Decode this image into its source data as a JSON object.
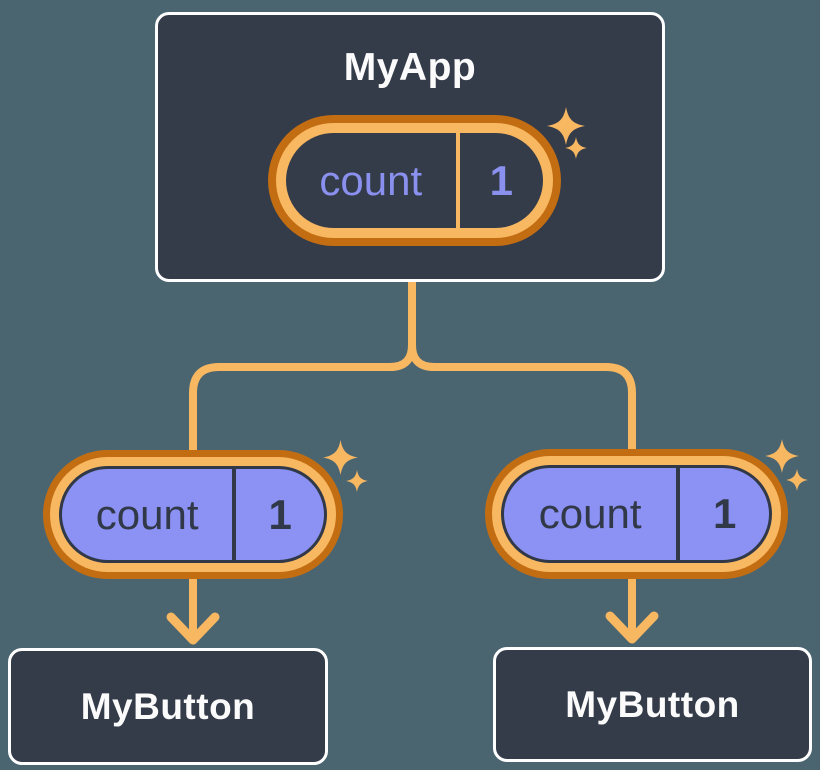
{
  "palette": {
    "background": "#4a6570",
    "node_fill": "#343b49",
    "node_border": "#ffffff",
    "orange_light": "#f8b761",
    "orange_dark": "#c36d12",
    "purple_fill": "#8b92f3",
    "purple_text": "#8a90ee",
    "dark_text": "#313847",
    "white_text": "#fbfbfb"
  },
  "diagram": {
    "type": "component-tree",
    "root": {
      "title": "MyApp",
      "state": {
        "label": "count",
        "value": "1"
      }
    },
    "children": [
      {
        "title": "MyButton",
        "prop": {
          "label": "count",
          "value": "1"
        }
      },
      {
        "title": "MyButton",
        "prop": {
          "label": "count",
          "value": "1"
        }
      }
    ]
  }
}
